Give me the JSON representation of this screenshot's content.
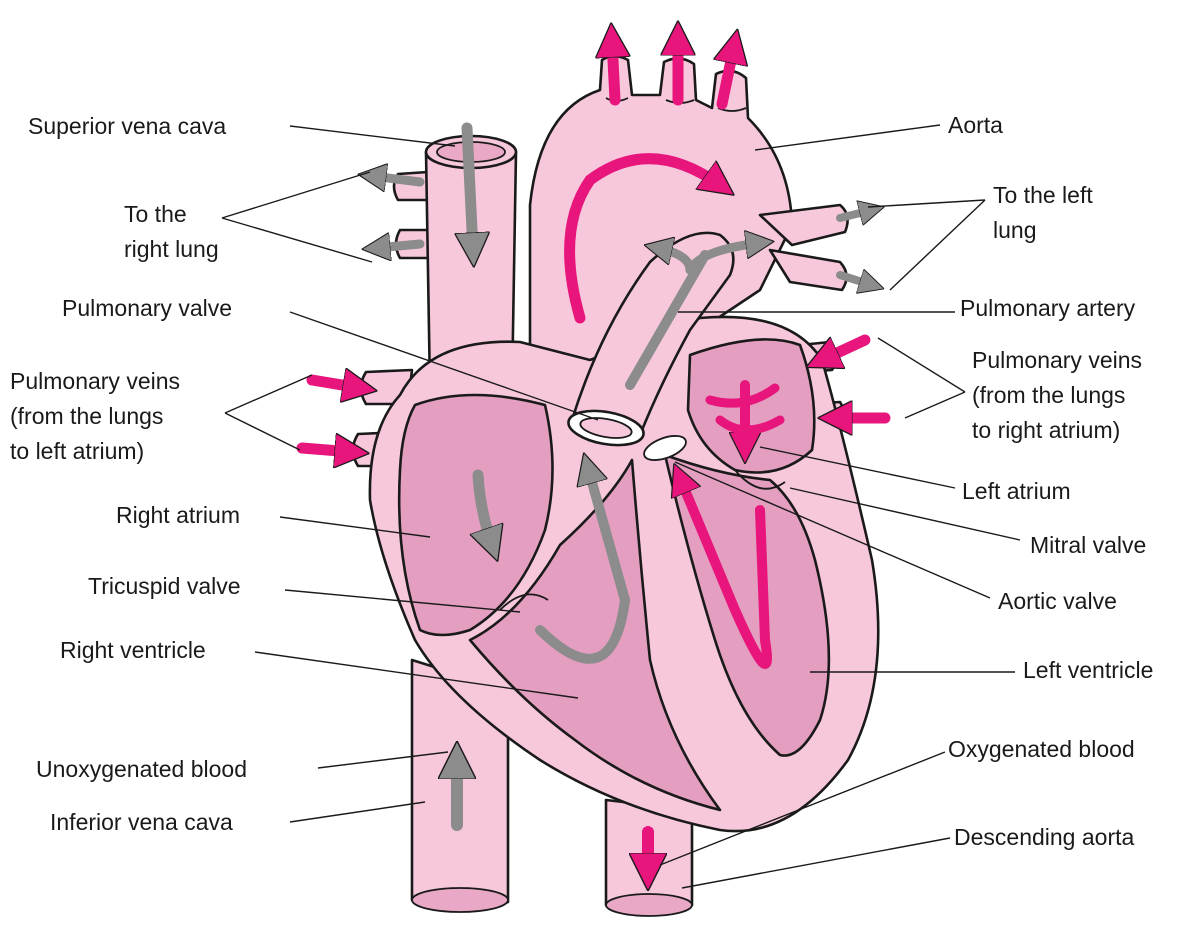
{
  "colors": {
    "tissue": "#f7c8dc",
    "tissue_dark": "#e9a9c6",
    "chamber": "#e39ec0",
    "oxygenated": "#e8157c",
    "unoxygenated": "#8c8c8c",
    "outline": "#1a1a1a"
  },
  "labels": {
    "superior_vena_cava": "Superior vena cava",
    "to_right_lung_1": "To the",
    "to_right_lung_2": "right lung",
    "pulmonary_valve": "Pulmonary valve",
    "pulmonary_veins_left_1": "Pulmonary veins",
    "pulmonary_veins_left_2": "(from the lungs",
    "pulmonary_veins_left_3": "to left atrium)",
    "right_atrium": "Right atrium",
    "tricuspid_valve": "Tricuspid valve",
    "right_ventricle": "Right ventricle",
    "unoxygenated_blood": "Unoxygenated blood",
    "inferior_vena_cava": "Inferior vena cava",
    "aorta": "Aorta",
    "to_left_lung_1": "To the left",
    "to_left_lung_2": "lung",
    "pulmonary_artery": "Pulmonary artery",
    "pulmonary_veins_right_1": "Pulmonary veins",
    "pulmonary_veins_right_2": "(from the lungs",
    "pulmonary_veins_right_3": "to right atrium)",
    "left_atrium": "Left atrium",
    "mitral_valve": "Mitral valve",
    "aortic_valve": "Aortic valve",
    "left_ventricle": "Left ventricle",
    "oxygenated_blood": "Oxygenated blood",
    "descending_aorta": "Descending aorta"
  },
  "icons": {
    "flow_arrow": "arrow-icon"
  }
}
